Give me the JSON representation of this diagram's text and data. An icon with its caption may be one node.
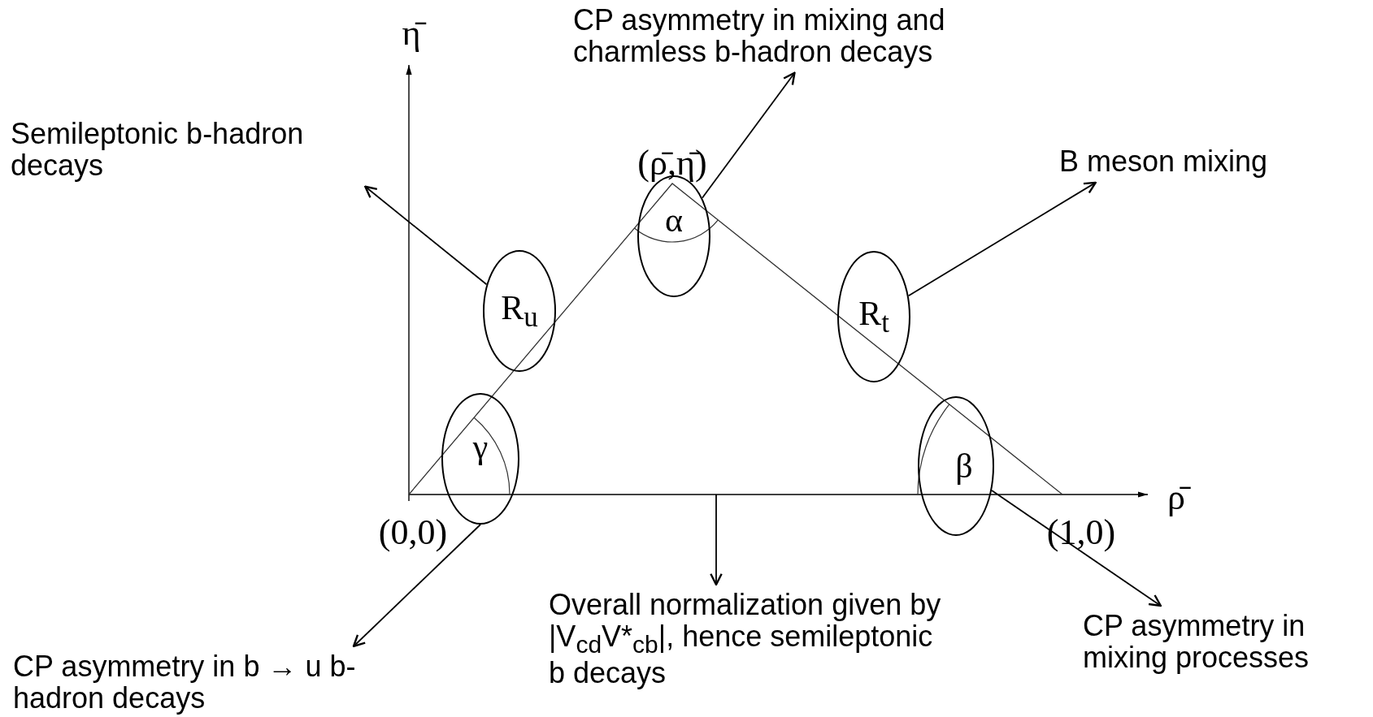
{
  "diagram": {
    "nodes": [
      {
        "text": [
          "CP asymmetry in mixing and charmless b-hadron decays"
        ]
      },
      {
        "text": [
          "Semileptonic b-hadron decays"
        ]
      },
      {
        "text": [
          "B meson mixing"
        ]
      },
      {
        "text": [
          "α"
        ]
      },
      {
        "text": [
          "R$_{u}$"
        ]
      },
      {
        "text": [
          "R$_{t}$"
        ]
      },
      {
        "text": [
          "γ"
        ]
      },
      {
        "text": [
          "β"
        ]
      },
      {
        "text": [
          "Overall normalization given by |V$_{cd}$V*$_{cb}$|, hence semileptonic b decays"
        ]
      },
      {
        "text": [
          "CP asymmetry in b → u b-hadron decays"
        ]
      },
      {
        "text": [
          "CP asymmetry in mixing processes"
        ]
      }
    ],
    "edges": [
      {
        "from": 3,
        "to": 0,
        "arrow": "to"
      },
      {
        "from": 4,
        "to": 1,
        "arrow": "to"
      },
      {
        "from": 5,
        "to": 2,
        "arrow": "to"
      },
      {
        "from": 6,
        "to": 9,
        "arrow": "to"
      },
      {
        "from": 7,
        "to": 10,
        "arrow": "to"
      },
      {
        "from": null,
        "to": 8,
        "arrow": "to"
      }
    ],
    "labels": [
      "η̄",
      "(ρ̄,η̄)",
      "ρ̄",
      "(0,0)",
      "(1,0)"
    ]
  }
}
